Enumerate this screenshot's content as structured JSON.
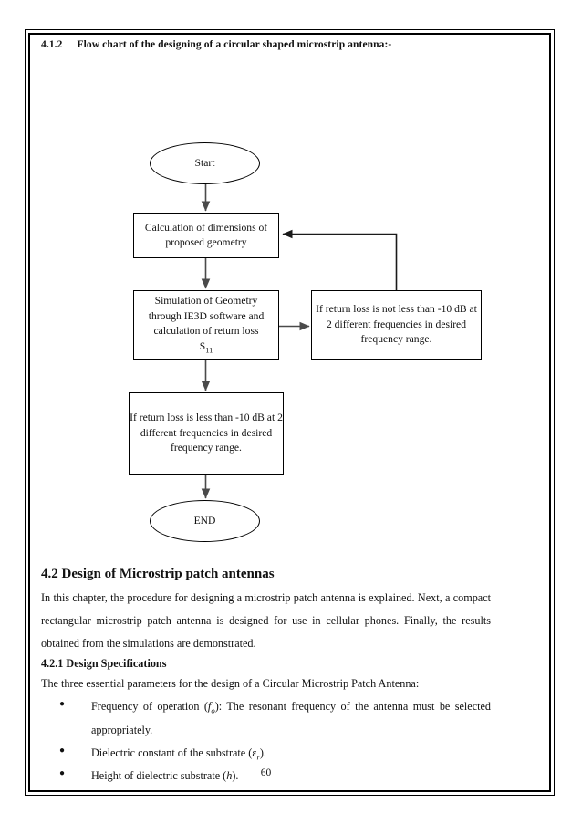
{
  "document": {
    "page_number": "60",
    "section_4_1_2": {
      "number": "4.1.2",
      "title": "Flow chart of the designing of a circular shaped microstrip antenna:-"
    },
    "section_4_2": {
      "heading": "4.2 Design of Microstrip patch antennas",
      "paragraph": "In this chapter, the procedure for designing a microstrip patch antenna is explained. Next, a compact rectangular microstrip patch antenna is designed for use in cellular phones. Finally, the results obtained from the simulations are demonstrated."
    },
    "section_4_2_1": {
      "heading": "4.2.1 Design Specifications",
      "intro": "The three essential parameters for the design of a Circular Microstrip Patch Antenna:",
      "bullets": [
        {
          "prefix": "Frequency of operation (",
          "symbol": "f",
          "symbol_sub": "o",
          "suffix": "): The resonant frequency of the antenna must be selected appropriately."
        },
        {
          "prefix": "Dielectric constant of the substrate (",
          "symbol": "ε",
          "symbol_sub": "r",
          "suffix": ")."
        },
        {
          "prefix": "Height of dielectric substrate (",
          "symbol": "h",
          "symbol_sub": "",
          "suffix": ")."
        }
      ]
    }
  },
  "flowchart": {
    "nodes": {
      "start": {
        "label": "Start",
        "shape": "ellipse"
      },
      "calculation": {
        "label": "Calculation of dimensions of proposed geometry",
        "shape": "rect"
      },
      "simulation": {
        "line1": "Simulation of Geometry",
        "line2": "through IE3D software and",
        "line3": "calculation of return loss",
        "symbol": "S",
        "symbol_sub": "11",
        "shape": "rect"
      },
      "fail_condition": {
        "label": "If return loss is not less than -10 dB at 2 different frequencies in desired frequency range.",
        "shape": "rect"
      },
      "pass_condition": {
        "label": "If return loss is less than -10 dB at 2 different frequencies in desired frequency range.",
        "shape": "rect"
      },
      "end": {
        "label": "END",
        "shape": "ellipse"
      }
    },
    "edges": [
      {
        "from": "start",
        "to": "calculation",
        "type": "arrow-down"
      },
      {
        "from": "calculation",
        "to": "simulation",
        "type": "arrow-down"
      },
      {
        "from": "simulation",
        "to": "fail_condition",
        "type": "arrow-right"
      },
      {
        "from": "fail_condition",
        "to": "calculation",
        "type": "feedback-loop-up-left"
      },
      {
        "from": "simulation",
        "to": "pass_condition",
        "type": "arrow-down"
      },
      {
        "from": "pass_condition",
        "to": "end",
        "type": "arrow-down"
      }
    ],
    "line_color": "#4a4a4a",
    "border_color": "#000000"
  }
}
